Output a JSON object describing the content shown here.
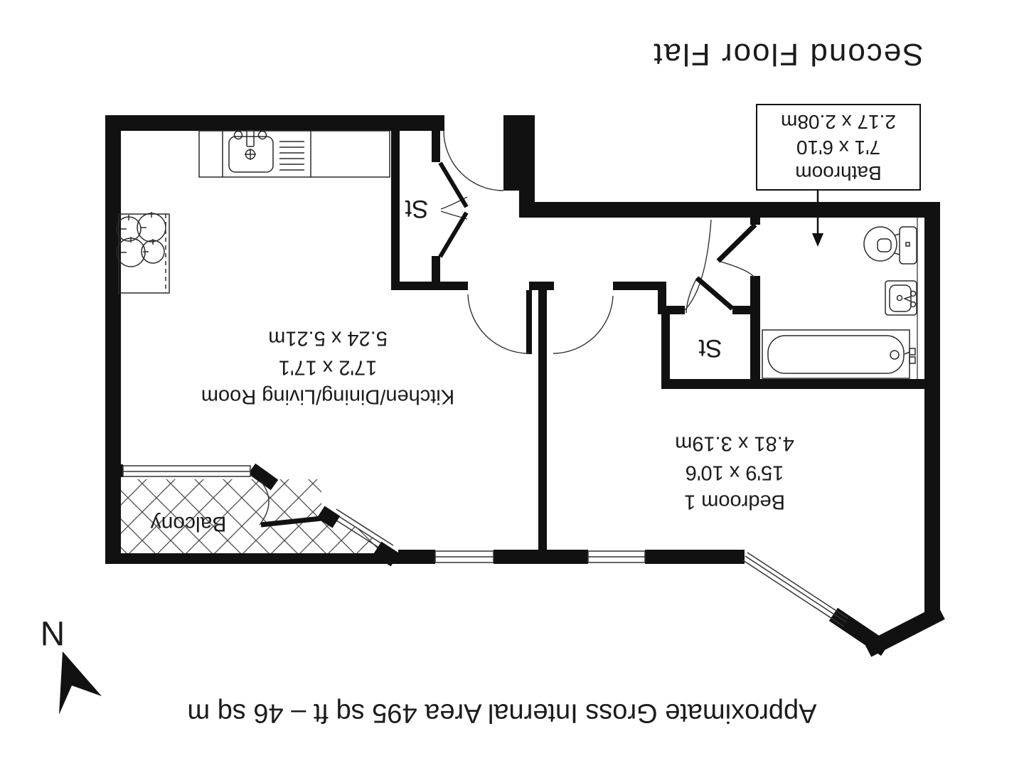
{
  "title": "Second Floor Flat",
  "footer": "Approximate Gross Internal Area 495 sq ft – 46 sq m",
  "north_label": "N",
  "rooms": {
    "living": {
      "name": "Kitchen/Dining/Living Room",
      "imperial": "17'2 x 17'1",
      "metric": "5.24 x 5.21m"
    },
    "bedroom": {
      "name": "Bedroom 1",
      "imperial": "15'9 x 10'6",
      "metric": "4.81 x 3.19m"
    },
    "bathroom": {
      "name": "Bathroom",
      "imperial": "7'1 x 6'10",
      "metric": "2.17 x 2.08m"
    },
    "balcony": {
      "name": "Balcony"
    },
    "storage1": {
      "name": "St"
    },
    "storage2": {
      "name": "St"
    }
  },
  "colors": {
    "walls": "#111111",
    "text": "#1b1b1b",
    "fixtures": "#2a2a2a",
    "hatch": "#4a4a4a",
    "background": "#ffffff"
  }
}
